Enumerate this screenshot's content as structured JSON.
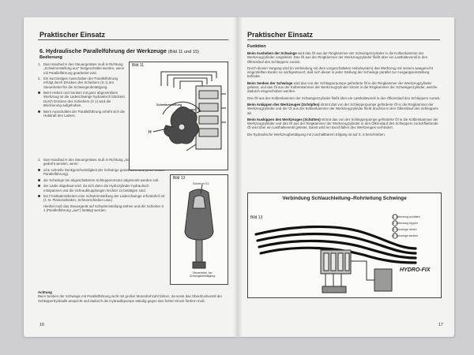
{
  "left": {
    "running_head": "Praktischer Einsatz",
    "section_title": "6. Hydraulische Parallelführung der Werkzeuge",
    "section_ref": "(Bild 11 und 15)",
    "subhead_bedienung": "Bedienung",
    "items": [
      {
        "marker": "1.",
        "text": "Das Handrad H des Steuergerätes muß in Richtung „Schwimmstellung aus“ festgeschaltet werden, wenn mit Parallelführung gearbeitet wird."
      },
      {
        "marker": "2.",
        "text": "Ein kurzzeitiges Ausschalten der Parallelführung erfolgt durch Drücken des Schiebers (S 1) am Steuerhebel für die Schwingenbetätigung."
      },
      {
        "marker": "•",
        "text": "Beim Heben und Senken mit ganz abgesenktem Werkzeug ist die Ladeschwinge hydraulisch blockiert. Durch Drücken des Schiebers (S 1) wird die Blockierung aufgehoben."
      },
      {
        "marker": "•",
        "text": "Beim Ausschalten der Parallelführung erhöht sich die Hubkraft des Laders."
      },
      {
        "marker": "3.",
        "text": "Das Handrad H des Steuergerätes muß in Richtung „Schwimmstellung ein“ gedreht werden, wenn:"
      },
      {
        "marker": "•",
        "text": "eine schnelle Senkgeschwindigkeit der Schwinge gewünscht wird (ohne exakte Parallelführung)."
      },
      {
        "marker": "•",
        "text": "die Schwinge bei abgeschaltetem Schlepperomotor abgesenkt werden soll."
      },
      {
        "marker": "•",
        "text": "der Lader abgebaut wird, da sich dann die Hydrozylinder hydraulisch entspannen und die Schraubkupplungen leichter zu betätigen sind."
      },
      {
        "marker": "•",
        "text": "bei Frontladerarbeiten eine Schwimmstellung der Ladeschwinge erforderlich ist (z. B. Planierarbeiten, Schneeschieben usw.)"
      },
      {
        "marker": "",
        "text": "Hierbei muß das Steuergerät auf Schwimmstellung stehen und der Schieber S 1 (Parallelführung „aus“) betätigt werden."
      }
    ],
    "achtung_title": "Achtung",
    "achtung_text": "Beim Senken der Schwinge mit Parallelführung nicht mit großer Motordrehzahl fahren, da sonst das Überdruckventil der Schlepperhydraulik anspricht und dadurch die Hydraulikpumpe ständig gegen den hohen Druck fördern muß.",
    "fig11": {
      "label": "Bild 11",
      "callout": "Schwimmstellung",
      "letter_h": "H"
    },
    "fig12": {
      "label": "Bild 12",
      "callout": "Schieber S1",
      "caption": "Steuerhebel, bei Schwingenbetätigung"
    },
    "page_number": "16"
  },
  "right": {
    "running_head": "Praktischer Einsatz",
    "subhead_funktion": "Funktion",
    "paragraphs": [
      {
        "lead": "Beim Ausheben der Schwinge",
        "text": " wird das Öl aus der Ringkammer der Schwingenzylinder in die Kolbenkammer der Werkzeugzylinder umgeleitet. Das Öl aus der Ringkammer der Werkzeugzylinder fließt über ein Lasthalteventil in den Ölkreislauf des Schleppers zurück."
      },
      {
        "lead": "",
        "text": "Durch diesen Vorgang wird (in Verbindung mit dem vorgeschalteten Hebelsystem) das Werkzeug mit seinem waagerecht eingestellten Boden so nachgesteuert, daß sich dieser in jeder Stellung der Schwinge parallel zur Ausgangseinstellung befindet."
      },
      {
        "lead": "Beim Senken der Schwinge",
        "text": " wird das von der Schlepperpumpe geförderte Öl in die Ringkammer der Werkzeugzylinder geleitet, und das Öl aus der Kolbenkammer der Werkzeugzylinder strömt in die Ringkammer der Schwingenzylinder, welche dadurch eingeschoben werden."
      },
      {
        "lead": "",
        "text": "Das Öl aus der Kolbenkammer der Schwingenzylinder fließt über ein Lasthalteventil in den Ölkreislauf des Schleppers zurück."
      },
      {
        "lead": "Beim Ankippen des Werkzeuges (Schöpfen)",
        "text": " strömt das von der Schlepperpumpe geförderte Öl in die Ringkammer der Werkzeugzylinder und der Öl aus der Kolbenkammer der Werkzeugzylinder fließt drucklos in den Ölkreislauf des Schleppers ab."
      },
      {
        "lead": "Beim Auskippen des Werkzeuges (Schütten)",
        "text": " strömt das von der Schlepperpumpe geförderte Öl in die Kolbenkammer der Werkzeugzylinder und das Öl aus der Ringkammer der Werkzeugzylinder in den Ölkreislauf des Schleppers zurückfließende Öl wird über ein Lasthalteventil geleitet. Damit wird ein Durchfallen des Werkzeuges verhindert."
      },
      {
        "lead": "",
        "text": "Die hydraulische Werkzeugbetätigung mit zuschaltbarem Eilgang ist auf S. 5 beschrieben."
      }
    ],
    "fig13": {
      "title": "Verbindung Schlauchleitung–Rohrleitung Schwinge",
      "label": "Bild 13",
      "legend": [
        {
          "num": "1",
          "text": "Werkzeug schütten"
        },
        {
          "num": "2",
          "text": "Werkzeug kippen"
        },
        {
          "num": "3",
          "text": "Schwinge heben"
        },
        {
          "num": "4",
          "text": "Schwinge senken"
        }
      ],
      "brand": "HYDRO-FIX"
    },
    "page_number": "17"
  }
}
